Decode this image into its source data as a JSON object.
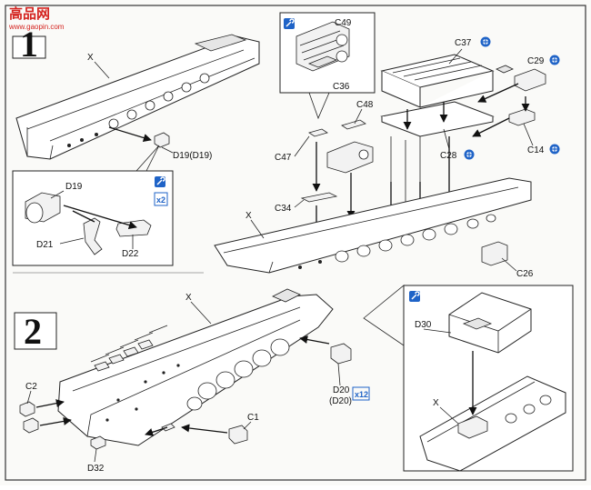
{
  "watermark": {
    "brand": "高品网",
    "url": "www.gaopin.com"
  },
  "steps": [
    {
      "number": "1",
      "labels": {
        "x_hull": "X",
        "d19_outer": "D19(D19)",
        "d19_inset": "D19",
        "d21": "D21",
        "d22": "D22",
        "qty_x2": "x2",
        "c49": "C49",
        "c36": "C36",
        "c37": "C37",
        "c29": "C29",
        "c28": "C28",
        "c14": "C14",
        "c47": "C47",
        "c48": "C48",
        "c34": "C34",
        "x_right": "X",
        "c26": "C26"
      }
    },
    {
      "number": "2",
      "labels": {
        "x_hull": "X",
        "d20": "D20",
        "d20_alt": "(D20)",
        "qty_x12": "x12",
        "c2": "C2",
        "c1": "C1",
        "d32": "D32",
        "d30": "D30",
        "x_inset": "X"
      }
    }
  ],
  "colors": {
    "watermark": "#d4231f",
    "icon_accent": "#1f63c7",
    "line": "#222222"
  },
  "icons": [
    "cement-wrench-icon",
    "optional-part-icon"
  ]
}
